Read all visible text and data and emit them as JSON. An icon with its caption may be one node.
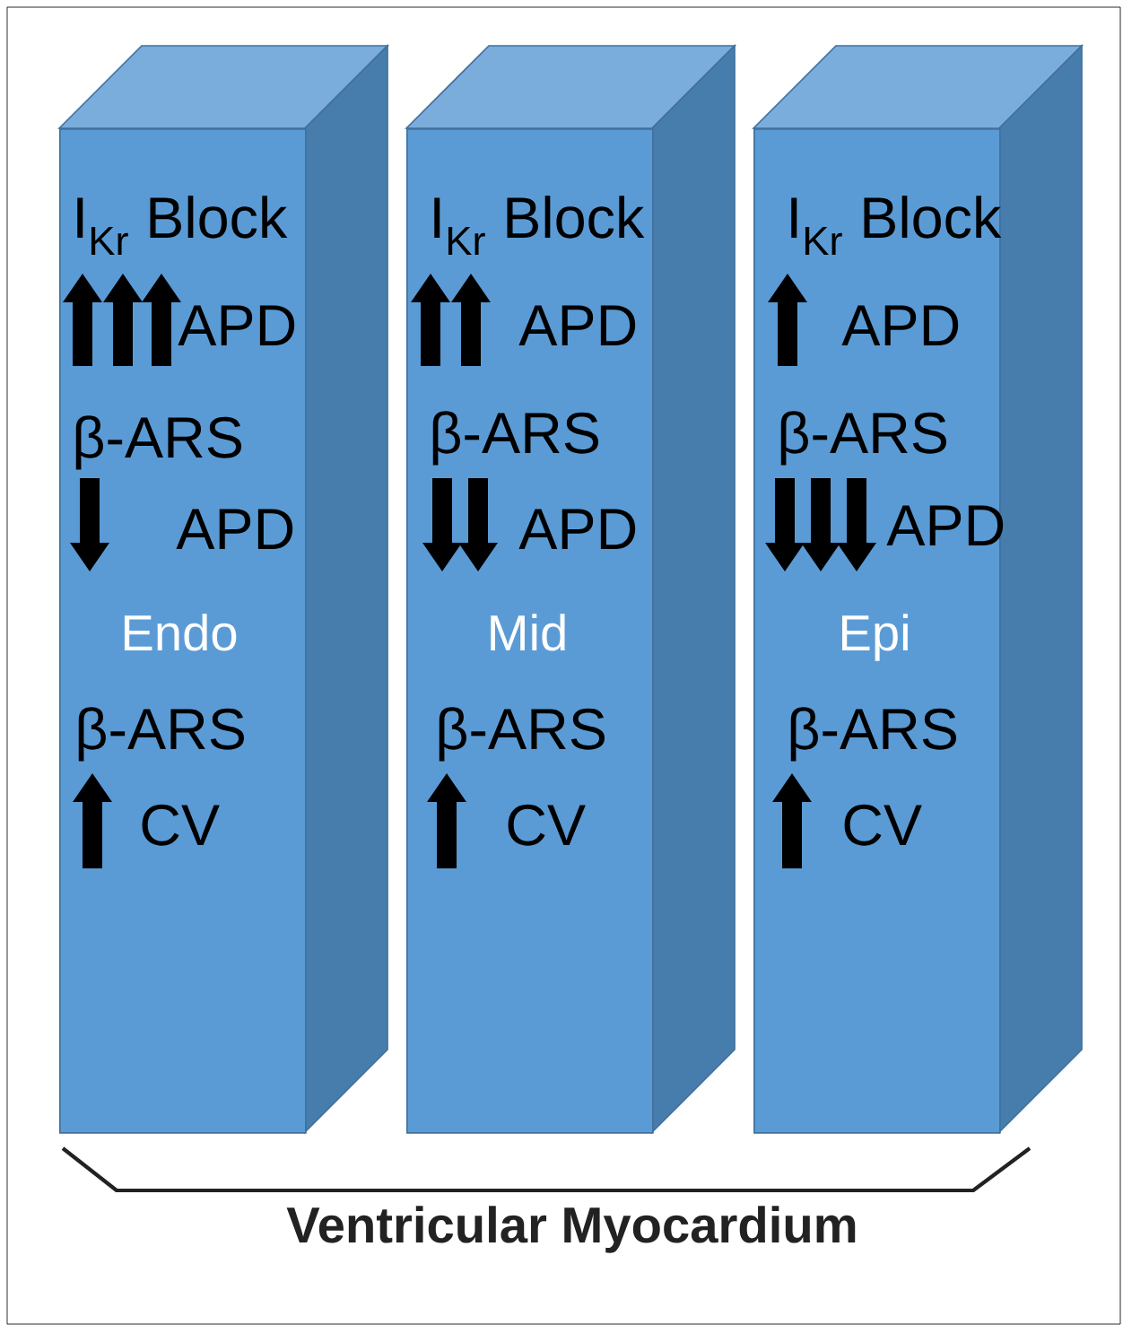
{
  "diagram": {
    "nodes": [
      {
        "text": [
          "I$_{Kr}$ Block",
          "APD",
          "β-ARS",
          "APD",
          "Endo",
          "β-ARS",
          "CV"
        ]
      },
      {
        "text": [
          "I$_{Kr}$ Block",
          "APD",
          "β-ARS",
          "APD",
          "Mid",
          "β-ARS",
          "CV"
        ]
      },
      {
        "text": [
          "I$_{Kr}$ Block",
          "APD",
          "β-ARS",
          "APD",
          "Epi",
          "β-ARS",
          "CV"
        ]
      }
    ],
    "edges": [],
    "labels": [
      "Ventricular Myocardium"
    ]
  }
}
